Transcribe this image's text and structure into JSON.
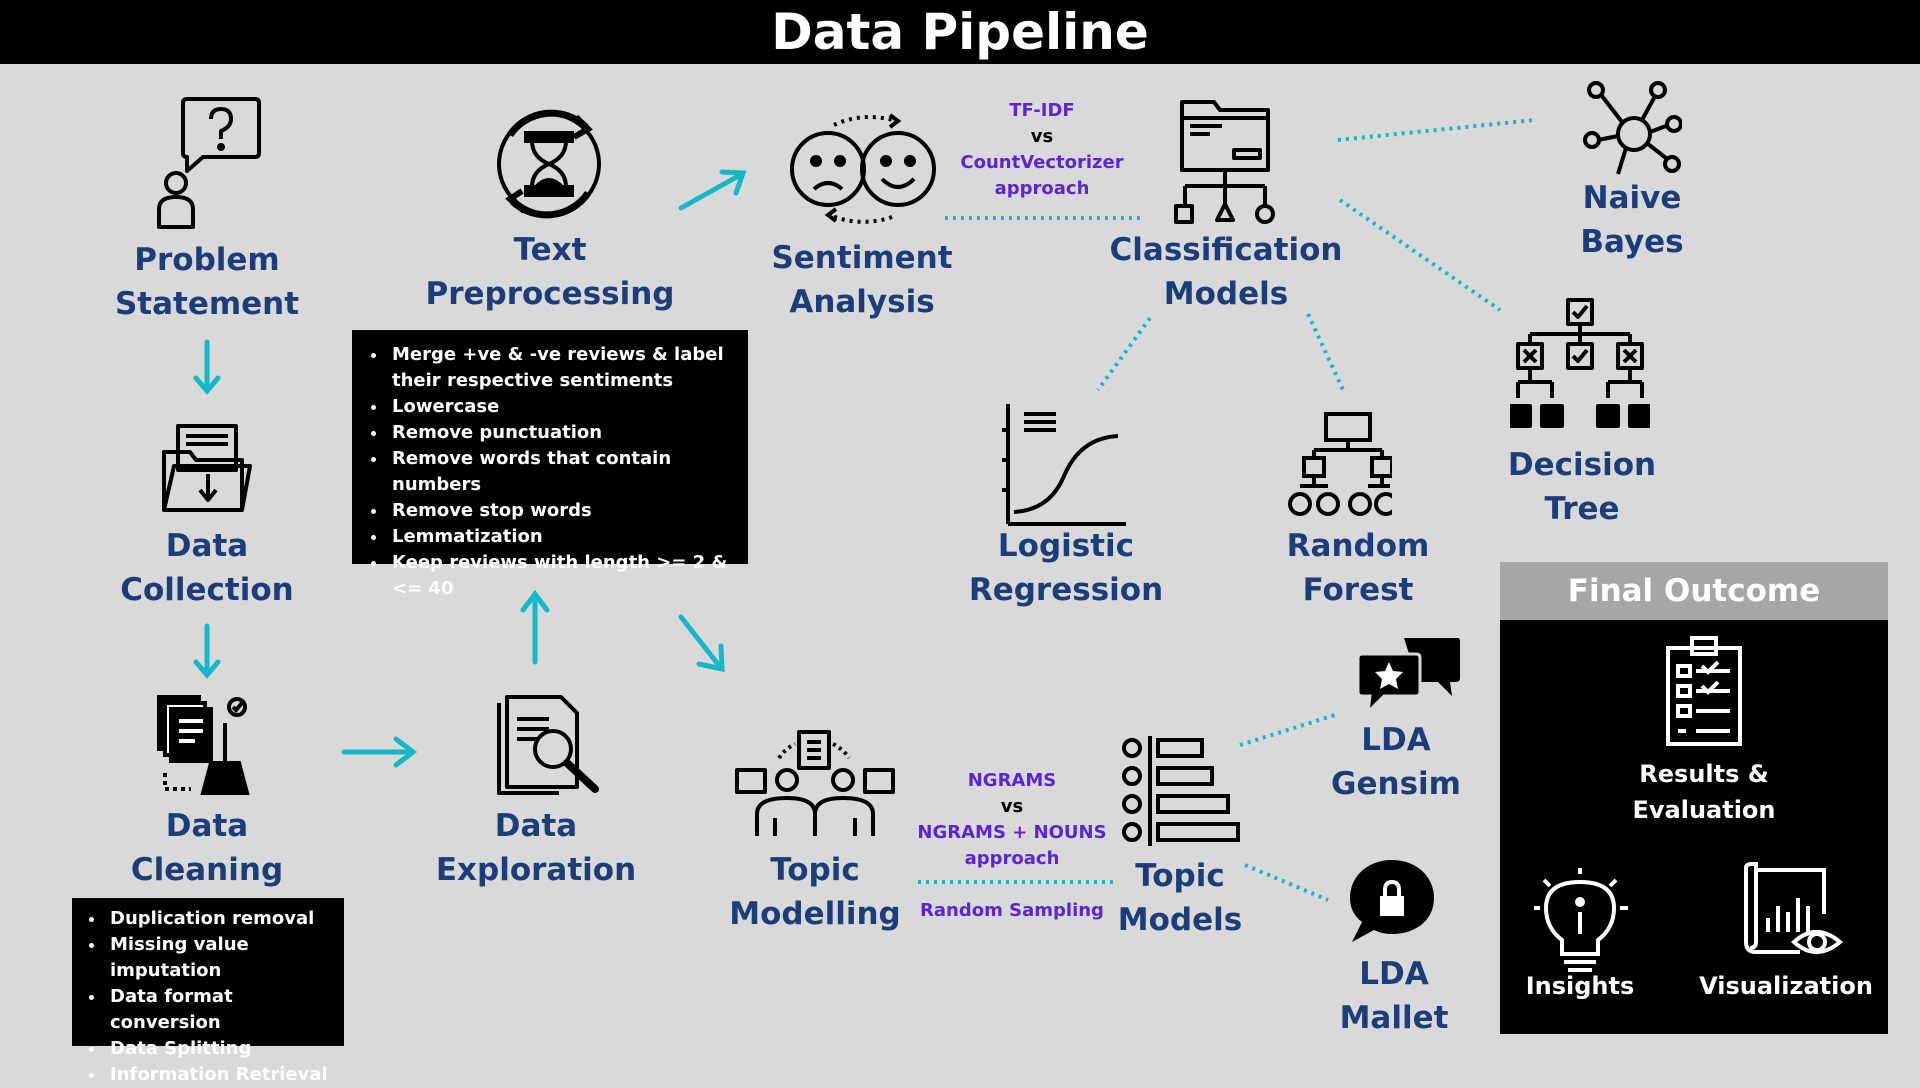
{
  "title": "Data Pipeline",
  "colors": {
    "background": "#d9d9d9",
    "node_text": "#1c3d7a",
    "arrow": "#14b8c8",
    "note_text": "#5b25d3",
    "box_bg": "#000000",
    "final_header_bg": "#a6a6a6"
  },
  "nodes": {
    "problem_statement": [
      "Problem",
      "Statement"
    ],
    "data_collection": [
      "Data",
      "Collection"
    ],
    "data_cleaning": [
      "Data",
      "Cleaning"
    ],
    "data_exploration": [
      "Data",
      "Exploration"
    ],
    "text_preprocessing": [
      "Text",
      "Preprocessing"
    ],
    "sentiment_analysis": [
      "Sentiment",
      "Analysis"
    ],
    "classification_models": [
      "Classification",
      "Models"
    ],
    "naive_bayes": [
      "Naive",
      "Bayes"
    ],
    "decision_tree": [
      "Decision",
      "Tree"
    ],
    "logistic_regression": [
      "Logistic",
      "Regression"
    ],
    "random_forest": [
      "Random",
      "Forest"
    ],
    "topic_modelling": [
      "Topic",
      "Modelling"
    ],
    "topic_models": [
      "Topic",
      "Models"
    ],
    "lda_gensim": [
      "LDA",
      "Gensim"
    ],
    "lda_mallet": [
      "LDA",
      "Mallet"
    ]
  },
  "preprocessing_steps": [
    "Merge +ve & -ve reviews & label their respective sentiments",
    "Lowercase",
    "Remove punctuation",
    "Remove words that contain numbers",
    "Remove stop words",
    "Lemmatization",
    "Keep reviews with length >= 2 & <= 40"
  ],
  "cleaning_steps": [
    "Duplication removal",
    "Missing value imputation",
    "Data format conversion",
    "Data Splitting",
    "Information Retrieval"
  ],
  "notes": {
    "vectorizer": [
      "TF-IDF",
      "vs",
      "CountVectorizer",
      "approach"
    ],
    "ngrams": [
      "NGRAMS",
      "vs",
      "NGRAMS + NOUNS",
      "approach"
    ],
    "sampling": "Random Sampling"
  },
  "final_outcome": {
    "header": "Final Outcome",
    "results": [
      "Results &",
      "Evaluation"
    ],
    "insights": "Insights",
    "visualization": "Visualization"
  },
  "icons": [
    "question-person-icon",
    "folder-download-icon",
    "documents-broom-icon",
    "document-magnifier-icon",
    "hourglass-cycle-icon",
    "sad-happy-faces-icon",
    "folder-hierarchy-icon",
    "network-nodes-icon",
    "decision-tree-icon",
    "sigmoid-chart-icon",
    "tree-structure-icon",
    "group-discussion-icon",
    "list-bars-icon",
    "chat-star-icon",
    "chat-lock-icon",
    "checklist-clipboard-icon",
    "lightbulb-icon",
    "chart-eye-icon"
  ]
}
